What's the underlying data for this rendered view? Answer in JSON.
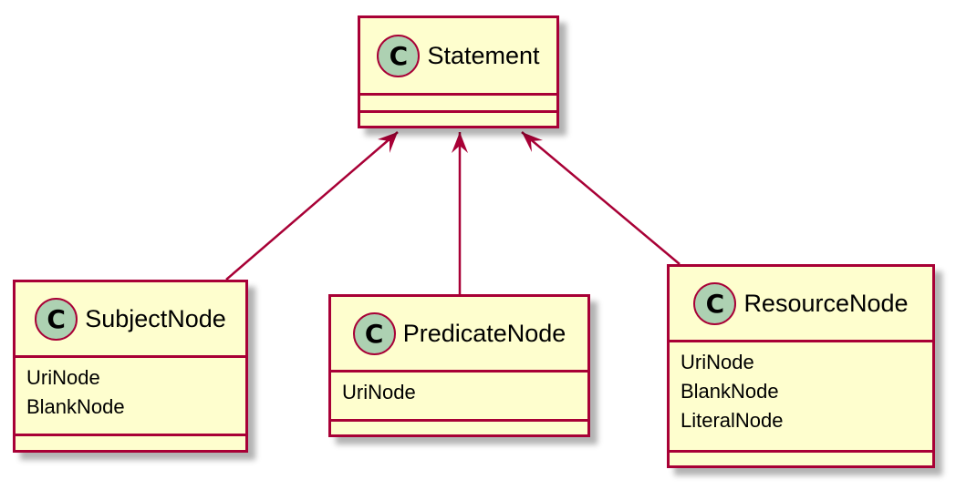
{
  "diagram": {
    "colors": {
      "border": "#A80036",
      "fill": "#FEFECE",
      "icon": "#ADD1B2"
    },
    "classes": [
      {
        "id": "statement",
        "icon": "C",
        "name": "Statement",
        "attributes": []
      },
      {
        "id": "subject",
        "icon": "C",
        "name": "SubjectNode",
        "attributes": [
          "UriNode",
          "BlankNode"
        ]
      },
      {
        "id": "predicate",
        "icon": "C",
        "name": "PredicateNode",
        "attributes": [
          "UriNode"
        ]
      },
      {
        "id": "resource",
        "icon": "C",
        "name": "ResourceNode",
        "attributes": [
          "UriNode",
          "BlankNode",
          "LiteralNode"
        ]
      }
    ],
    "relations": [
      {
        "from": "subject",
        "to": "statement",
        "kind": "arrow"
      },
      {
        "from": "predicate",
        "to": "statement",
        "kind": "arrow"
      },
      {
        "from": "resource",
        "to": "statement",
        "kind": "arrow"
      }
    ]
  }
}
